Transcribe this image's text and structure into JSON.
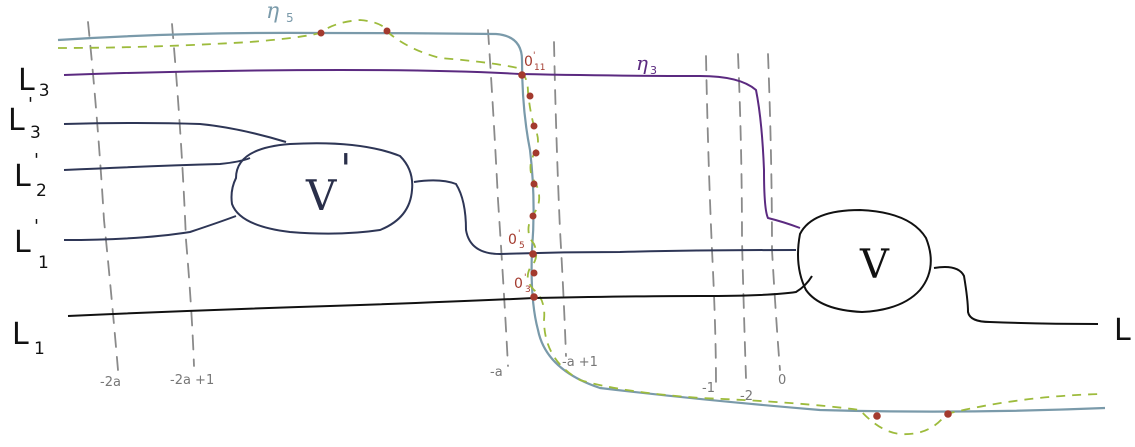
{
  "strands_left": {
    "L3": {
      "main": "L",
      "sub": "3"
    },
    "L3p": {
      "main": "L",
      "sup": "'",
      "sub": "3"
    },
    "L2p": {
      "main": "L",
      "sup": "'",
      "sub": "2"
    },
    "L1p": {
      "main": "L",
      "sup": "'",
      "sub": "1"
    },
    "L1": {
      "main": "L",
      "sub": "1"
    }
  },
  "strand_right": {
    "main": "L"
  },
  "boxes": {
    "v_prime": {
      "main": "V",
      "sup": "'"
    },
    "v": {
      "main": "V"
    }
  },
  "curves": {
    "eta5": {
      "main": "η",
      "sub": "5"
    },
    "eta3": {
      "main": "η",
      "sub": "3"
    }
  },
  "points": {
    "o11": {
      "main": "0",
      "sup": "'",
      "sub": "11"
    },
    "o5": {
      "main": "0",
      "sup": "'",
      "sub": "5"
    },
    "o3": {
      "main": "0",
      "sup": "'",
      "sub": "3"
    }
  },
  "axis_ticks": {
    "minus_2a": "-2a",
    "minus_2a_plus_1": "-2a +1",
    "minus_a": "-a",
    "minus_a_plus_1": "-a +1",
    "minus_1": "-1",
    "minus_2": "-2",
    "zero": "0"
  },
  "colors": {
    "strand": "#111111",
    "strand_blue": "#2e3656",
    "eta3": "#5b2a80",
    "eta5": "#7a9aaa",
    "dashed_green": "#9dbb3c",
    "dashed_gray": "#8a8a8a",
    "dot_red": "#a33a2e"
  }
}
